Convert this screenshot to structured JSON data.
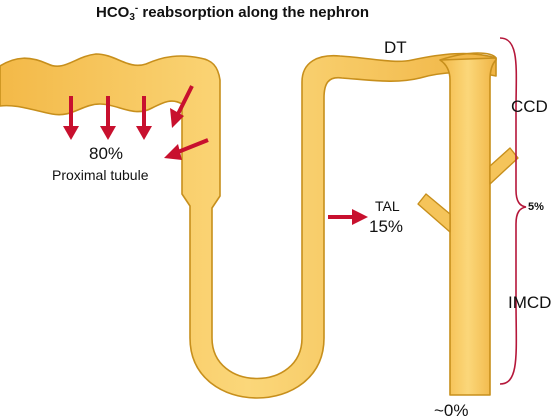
{
  "title": {
    "main": "HCO",
    "subscript": "3",
    "superscript": "-",
    "rest": " reabsorption along the nephron"
  },
  "segments": {
    "proximal_tubule": {
      "percent": "80%",
      "label": "Proximal tubule"
    },
    "tal": {
      "label": "TAL",
      "percent": "15%"
    },
    "dt": {
      "label": "DT"
    },
    "ccd": {
      "label": "CCD"
    },
    "collecting_duct": {
      "percent": "5%"
    },
    "imcd": {
      "label": "IMCD"
    },
    "urine": {
      "percent": "~0%"
    }
  },
  "colors": {
    "tubule_fill": "#f7c85b",
    "tubule_edge": "#c78f1c",
    "arrow": "#c8102e",
    "bracket": "#b5173a"
  }
}
